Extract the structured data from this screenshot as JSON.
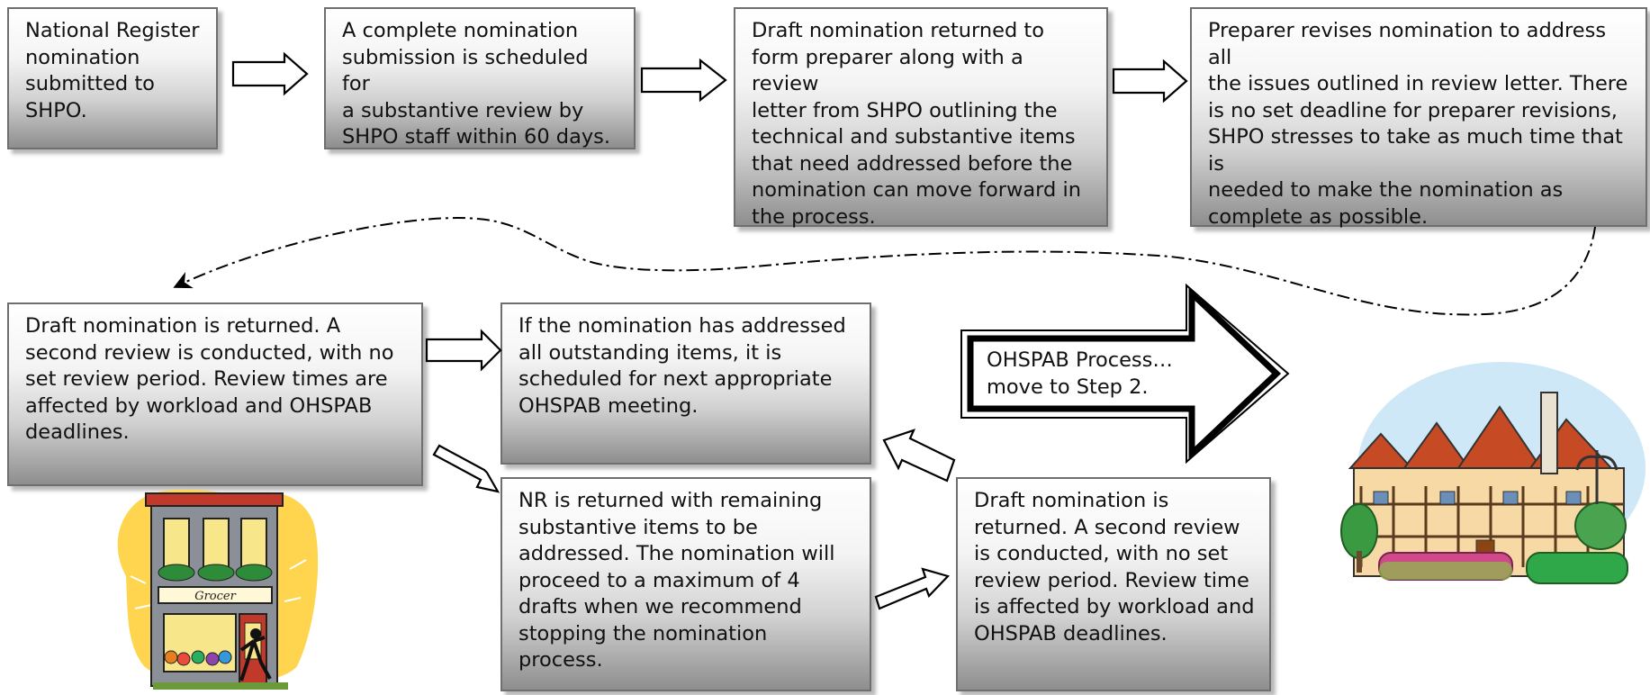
{
  "steps": [
    {
      "id": "step-1",
      "lines": [
        "National Register",
        "nomination",
        "submitted to",
        "SHPO."
      ]
    },
    {
      "id": "step-2",
      "lines": [
        "A complete nomination",
        "submission is scheduled for",
        "a substantive review by",
        "SHPO staff within 60 days."
      ]
    },
    {
      "id": "step-3",
      "lines": [
        "Draft nomination returned to",
        "form preparer along with a review",
        "letter from SHPO outlining the",
        "technical and substantive items",
        "that need addressed before the",
        "nomination can move forward in",
        "the process."
      ]
    },
    {
      "id": "step-4",
      "lines": [
        "Preparer revises nomination to address all",
        "the issues outlined in review letter. There",
        "is no set deadline for preparer revisions,",
        "SHPO stresses to take as much time that is",
        "needed to make the nomination as",
        "complete as possible."
      ]
    },
    {
      "id": "step-5",
      "lines": [
        "Draft nomination is returned. A",
        "second review is conducted, with no",
        "set review period. Review times are",
        "affected by workload and OHSPAB",
        "deadlines."
      ]
    },
    {
      "id": "step-6",
      "lines": [
        "If the nomination has addressed",
        "all outstanding items, it is",
        "scheduled for next appropriate",
        "OHSPAB meeting."
      ]
    },
    {
      "id": "step-7",
      "lines": [
        "NR is returned with remaining",
        "substantive items to be",
        "addressed. The nomination will",
        "proceed to a maximum of 4",
        "drafts when we recommend",
        "stopping the nomination process."
      ]
    },
    {
      "id": "step-8",
      "lines": [
        "Draft nomination is",
        "returned. A second review",
        "is conducted, with no set",
        "review period. Review time",
        "is affected by workload and",
        "OHSPAB deadlines."
      ]
    }
  ],
  "next_process": {
    "lines": [
      "OHSPAB Process…",
      "move to Step 2."
    ]
  },
  "illustrations": {
    "grocer_sign": "Grocer"
  },
  "colors": {
    "box_border": "#6f6f6f",
    "box_gradient_top": "#ffffff",
    "box_gradient_bottom": "#8e8e8e",
    "text": "#111111",
    "grocer_awning": "#c0392b",
    "house_roof": "#c64a24",
    "sky_blob": "#cfe8f7",
    "sun_blob": "#ffd54f"
  }
}
